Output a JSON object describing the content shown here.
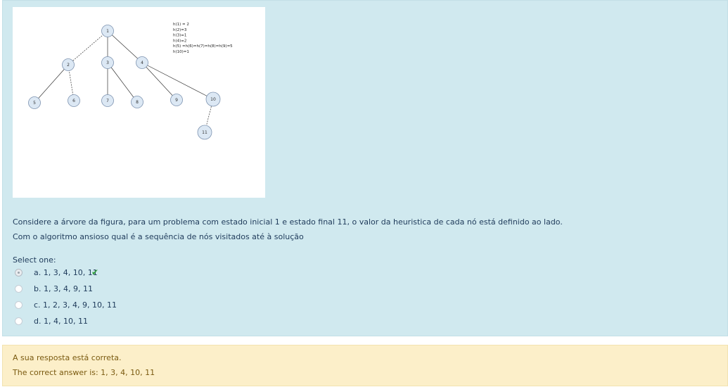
{
  "question": {
    "figure": {
      "nodes": [
        {
          "id": "n1",
          "label": "1"
        },
        {
          "id": "n2",
          "label": "2"
        },
        {
          "id": "n3",
          "label": "3"
        },
        {
          "id": "n4",
          "label": "4"
        },
        {
          "id": "n5",
          "label": "5"
        },
        {
          "id": "n6",
          "label": "6"
        },
        {
          "id": "n7",
          "label": "7"
        },
        {
          "id": "n8",
          "label": "8"
        },
        {
          "id": "n9",
          "label": "9"
        },
        {
          "id": "n10",
          "label": "10"
        },
        {
          "id": "n11",
          "label": "11"
        }
      ],
      "heuristics": [
        "h(1) = 2",
        "h(2)=3",
        "h(3)=1",
        "h(4)=2",
        "h(5) =h(6)=h(7)=h(8)=h(9)=5",
        "h(10)=1"
      ]
    },
    "text_line1": "Considere a árvore da figura, para um problema com estado inicial 1 e estado final 11, o valor da heuristica de cada nó está definido ao lado.",
    "text_line2": "Com o algoritmo ansioso qual é a sequência de nós visitados até à solução",
    "select_label": "Select one:",
    "options": [
      {
        "label": "a. 1, 3, 4, 10, 11",
        "selected": true,
        "correct": true
      },
      {
        "label": "b. 1, 3, 4, 9, 11",
        "selected": false
      },
      {
        "label": "c. 1, 2, 3, 4, 9, 10, 11",
        "selected": false
      },
      {
        "label": "d. 1, 4, 10, 11",
        "selected": false
      }
    ],
    "check_icon": "check-icon"
  },
  "feedback": {
    "result_text": "A sua resposta está correta.",
    "correct_answer_text": "The correct answer is: 1, 3, 4, 10, 11"
  },
  "colors": {
    "question_bg": "#d0e9ef",
    "feedback_bg": "#fcefc9",
    "check_color": "#2e9e3a"
  }
}
